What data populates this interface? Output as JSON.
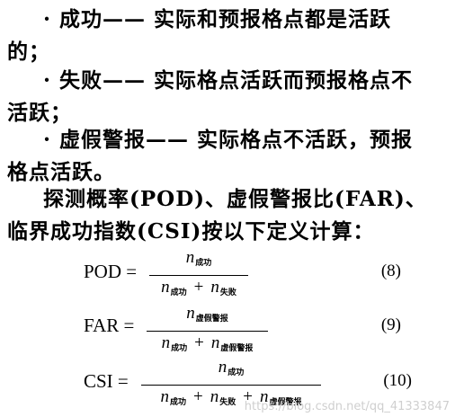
{
  "paragraphs": [
    {
      "line1": "· 成功—— 实际和预报格点都是活跃",
      "line2": "的；"
    },
    {
      "line1": "· 失败—— 实际格点活跃而预报格点不",
      "line2": "活跃；"
    },
    {
      "line1": "· 虚假警报—— 实际格点不活跃，预报",
      "line2": "格点活跃。"
    },
    {
      "line1": "探测概率(POD)、虚假警报比(FAR)、",
      "line2": "临界成功指数(CSI)按以下定义计算："
    }
  ],
  "formulas": [
    {
      "lhs": "POD =",
      "num_var": "n",
      "num_sub": "成功",
      "den_terms": [
        {
          "var": "n",
          "sub": "成功"
        },
        {
          "var": "n",
          "sub": "失败"
        }
      ],
      "plus": "+",
      "eq_number": "(8)"
    },
    {
      "lhs": "FAR =",
      "num_var": "n",
      "num_sub": "虚假警报",
      "den_terms": [
        {
          "var": "n",
          "sub": "成功"
        },
        {
          "var": "n",
          "sub": "虚假警报"
        }
      ],
      "plus": "+",
      "eq_number": "(9)"
    },
    {
      "lhs": "CSI =",
      "num_var": "n",
      "num_sub": "成功",
      "den_terms": [
        {
          "var": "n",
          "sub": "成功"
        },
        {
          "var": "n",
          "sub": "失败"
        },
        {
          "var": "n",
          "sub": "虚假警报"
        }
      ],
      "plus": "+",
      "eq_number": "(10)"
    }
  ],
  "watermark": "https://blog.csdn.net/qq_41333847"
}
